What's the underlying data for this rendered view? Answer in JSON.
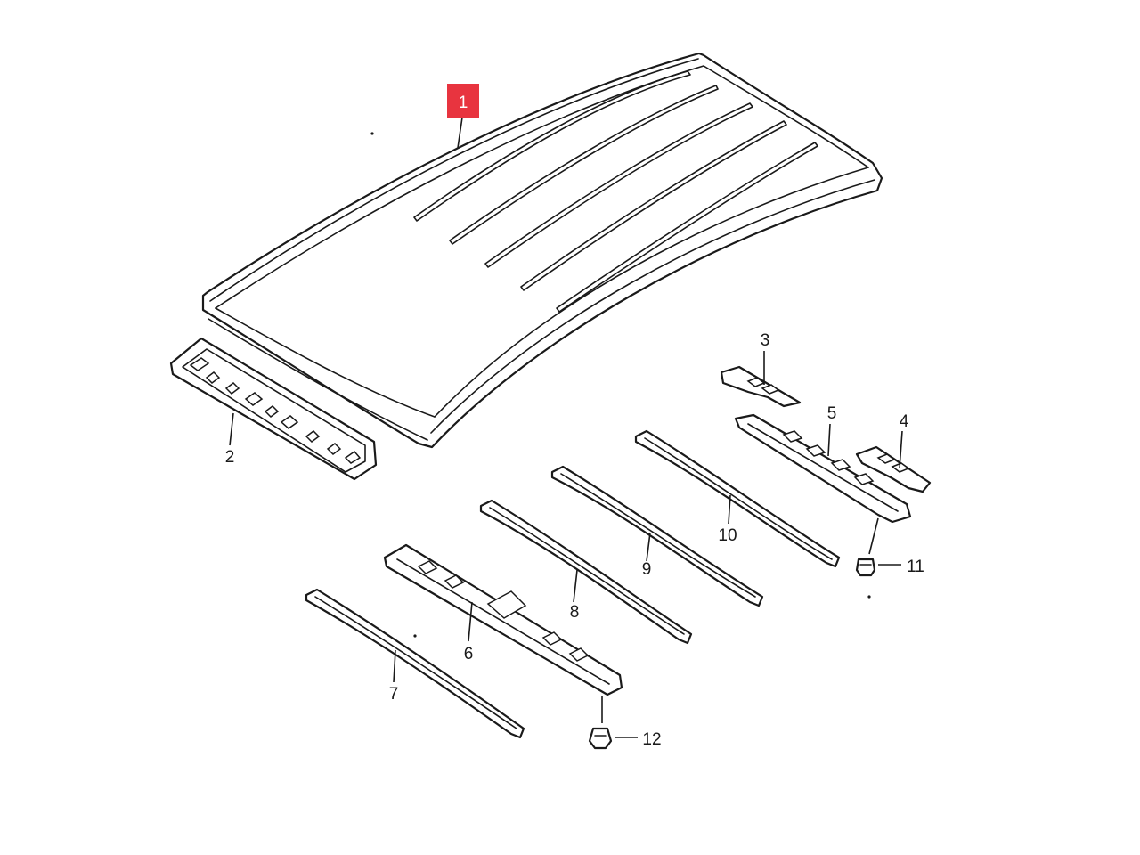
{
  "colors": {
    "highlight": "#e8343f",
    "line": "#1a1a1a",
    "background": "#ffffff"
  },
  "callouts": [
    {
      "id": "1",
      "label": "1",
      "highlighted": true
    },
    {
      "id": "2",
      "label": "2"
    },
    {
      "id": "3",
      "label": "3"
    },
    {
      "id": "4",
      "label": "4"
    },
    {
      "id": "5",
      "label": "5"
    },
    {
      "id": "6",
      "label": "6"
    },
    {
      "id": "7",
      "label": "7"
    },
    {
      "id": "8",
      "label": "8"
    },
    {
      "id": "9",
      "label": "9"
    },
    {
      "id": "10",
      "label": "10"
    },
    {
      "id": "11",
      "label": "11"
    },
    {
      "id": "12",
      "label": "12"
    }
  ]
}
